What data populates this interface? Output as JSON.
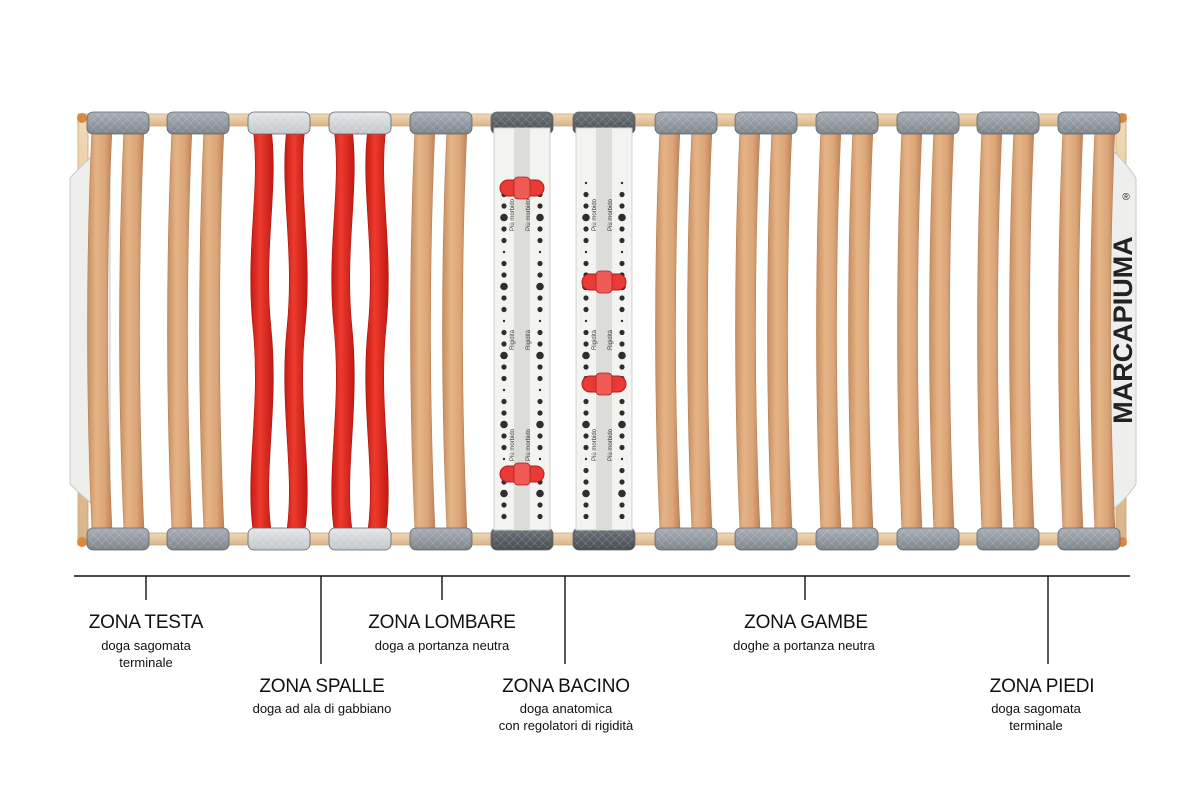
{
  "brand": {
    "name": "MARCAPIUMA",
    "registered_mark": "®"
  },
  "regulator_text": {
    "upper_label": "Più morbido",
    "center_label": "Rigidità",
    "lower_label": "Più morbido"
  },
  "zones": [
    {
      "title": "ZONA TESTA",
      "lines": [
        "doga sagomata",
        "terminale"
      ]
    },
    {
      "title": "ZONA SPALLE",
      "lines": [
        "doga ad ala di gabbiano"
      ]
    },
    {
      "title": "ZONA LOMBARE",
      "lines": [
        "doga a portanza neutra"
      ]
    },
    {
      "title": "ZONA BACINO",
      "lines": [
        "doga anatomica",
        "con regolatori di rigidità"
      ]
    },
    {
      "title": "ZONA GAMBE",
      "lines": [
        "doghe a portanza neutra"
      ]
    },
    {
      "title": "ZONA PIEDI",
      "lines": [
        "doga sagomata",
        "terminale"
      ]
    }
  ],
  "colors": {
    "wood_frame": "#e7c9a3",
    "wood_slat": "#dba67a",
    "wood_slat_edge": "#c98d5e",
    "red_slat": "#e0251b",
    "cap_gray": "#8f979e",
    "cap_light": "#cfd2d4",
    "cap_dark": "#555c63",
    "rail_white": "#f1f1ef",
    "regulator_red": "#e83a36",
    "line": "#111111"
  }
}
